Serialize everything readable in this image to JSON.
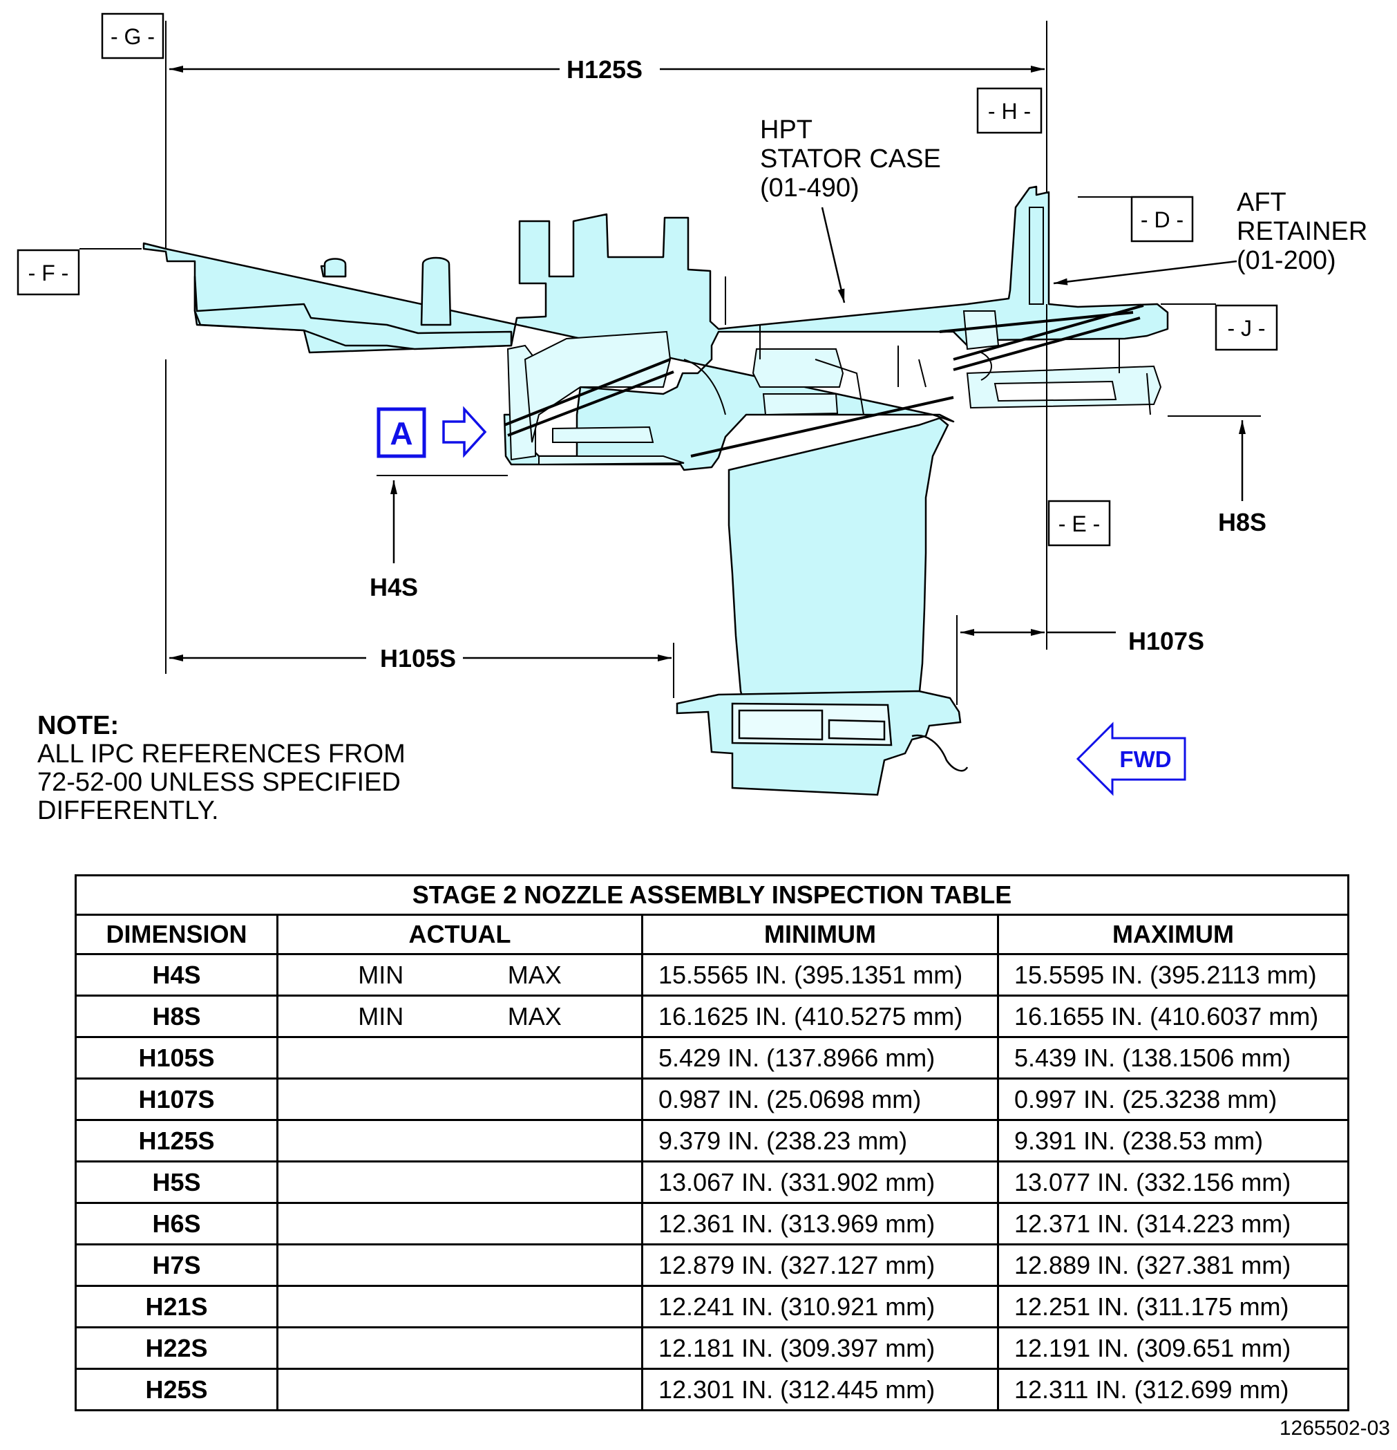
{
  "datums": {
    "G": "- G -",
    "H": "- H -",
    "D": "- D -",
    "F": "- F -",
    "J": "- J -",
    "E": "- E -"
  },
  "dimensions": {
    "h125s": "H125S",
    "h105s": "H105S",
    "h107s": "H107S",
    "h4s": "H4S",
    "h8s": "H8S"
  },
  "callouts": {
    "hpt_stator_case": [
      "HPT",
      "STATOR CASE",
      "(01-490)"
    ],
    "aft_retainer": [
      "AFT",
      "RETAINER",
      "(01-200)"
    ]
  },
  "view_marker": "A",
  "fwd_label": "FWD",
  "note": {
    "title": "NOTE:",
    "lines": [
      "ALL IPC REFERENCES FROM",
      "72-52-00 UNLESS SPECIFIED",
      "DIFFERENTLY."
    ]
  },
  "table": {
    "title": "STAGE 2 NOZZLE ASSEMBLY INSPECTION TABLE",
    "headers": [
      "DIMENSION",
      "ACTUAL",
      "MINIMUM",
      "MAXIMUM"
    ],
    "rows": [
      {
        "dim": "H4S",
        "actual_min": "MIN",
        "actual_max": "MAX",
        "min": "15.5565 IN. (395.1351 mm)",
        "max": "15.5595 IN. (395.2113 mm)"
      },
      {
        "dim": "H8S",
        "actual_min": "MIN",
        "actual_max": "MAX",
        "min": "16.1625 IN. (410.5275 mm)",
        "max": "16.1655 IN. (410.6037 mm)"
      },
      {
        "dim": "H105S",
        "actual_min": "",
        "actual_max": "",
        "min": "5.429 IN. (137.8966 mm)",
        "max": "5.439 IN. (138.1506 mm)"
      },
      {
        "dim": "H107S",
        "actual_min": "",
        "actual_max": "",
        "min": "0.987 IN. (25.0698 mm)",
        "max": "0.997 IN. (25.3238 mm)"
      },
      {
        "dim": "H125S",
        "actual_min": "",
        "actual_max": "",
        "min": "9.379 IN. (238.23 mm)",
        "max": "9.391 IN. (238.53 mm)"
      },
      {
        "dim": "H5S",
        "actual_min": "",
        "actual_max": "",
        "min": "13.067 IN. (331.902 mm)",
        "max": "13.077 IN. (332.156 mm)"
      },
      {
        "dim": "H6S",
        "actual_min": "",
        "actual_max": "",
        "min": "12.361 IN. (313.969 mm)",
        "max": "12.371 IN. (314.223 mm)"
      },
      {
        "dim": "H7S",
        "actual_min": "",
        "actual_max": "",
        "min": "12.879 IN. (327.127 mm)",
        "max": "12.889 IN. (327.381 mm)"
      },
      {
        "dim": "H21S",
        "actual_min": "",
        "actual_max": "",
        "min": "12.241 IN. (310.921 mm)",
        "max": "12.251 IN. (311.175 mm)"
      },
      {
        "dim": "H22S",
        "actual_min": "",
        "actual_max": "",
        "min": "12.181 IN. (309.397 mm)",
        "max": "12.191 IN. (309.651 mm)"
      },
      {
        "dim": "H25S",
        "actual_min": "",
        "actual_max": "",
        "min": "12.301 IN. (312.445 mm)",
        "max": "12.311 IN. (312.699 mm)"
      }
    ]
  },
  "figure_id": "1265502-03",
  "colors": {
    "part_fill": "#c8f7fa",
    "accent_blue": "#1010e8",
    "line": "#000000"
  }
}
